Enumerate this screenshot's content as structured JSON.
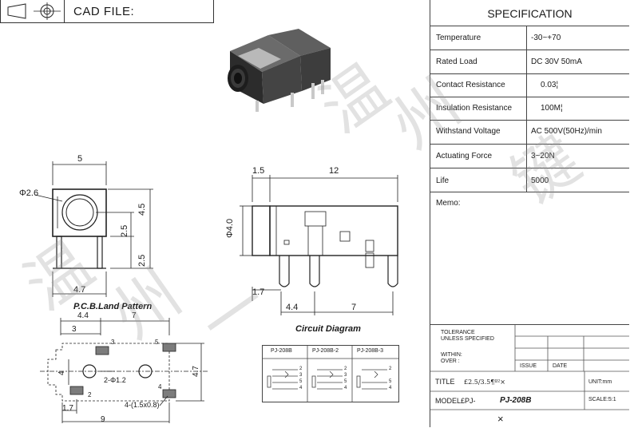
{
  "header": {
    "cad_file_label": "CAD FILE:"
  },
  "spec": {
    "title": "SPECIFICATION",
    "rows": [
      {
        "label": "Temperature",
        "value": "-30~+70"
      },
      {
        "label": "Rated Load",
        "value": "DC 30V 50mA"
      },
      {
        "label": "Contact Resistance",
        "value": "0.03¦"
      },
      {
        "label": "Insulation Resistance",
        "value": "100M¦"
      },
      {
        "label": "Withstand Voltage",
        "value": "AC 500V(50Hz)/min"
      },
      {
        "label": "Actuating Force",
        "value": "3~20N"
      },
      {
        "label": "Life",
        "value": "5000"
      }
    ],
    "memo_label": "Memo:"
  },
  "title_block": {
    "tolerance": "TOLERANCE",
    "unless": "UNLESS SPECIFIED",
    "within": "WITHIN:",
    "over": "OVER   :",
    "issue": "ISSUE",
    "date": "DATE",
    "title_label": "TITLE",
    "title_value": "£2.5/3.5¶º²×",
    "unit": "UNIT:mm",
    "model_label": "MODEL£PJ-",
    "model_value": "PJ-208B",
    "scale": "SCALE:5:1",
    "footer_mark": "×"
  },
  "front_view": {
    "dim_width": "5",
    "dim_dia": "Φ2.6",
    "dim_4_5": "4.5",
    "dim_2_5a": "2.5",
    "dim_2_5b": "2.5",
    "dim_4_7": "4.7"
  },
  "side_view": {
    "dim_1_5": "1.5",
    "dim_12": "12",
    "dim_dia4": "Φ4.0",
    "dim_1_7": "1.7",
    "dim_4_4": "4.4",
    "dim_7": "7"
  },
  "pcb": {
    "title": "P.C.B.Land Pattern",
    "dim_4_4": "4.4",
    "dim_7": "7",
    "dim_3": "3",
    "dim_4": "4",
    "dim_4_7": "4.7",
    "dim_1_7": "1.7",
    "dim_9": "9",
    "hole_note": "2-Φ1.2",
    "slot_note": "4-(1.5x0.8)",
    "pin_labels": [
      "3",
      "5",
      "2",
      "4"
    ]
  },
  "circuit": {
    "title": "Circuit Diagram",
    "columns": [
      "PJ-208B",
      "PJ-208B-2",
      "PJ-208B-3"
    ],
    "pins": [
      "2",
      "3",
      "5",
      "4"
    ]
  },
  "watermark": [
    "温",
    "州",
    "一",
    "键"
  ]
}
